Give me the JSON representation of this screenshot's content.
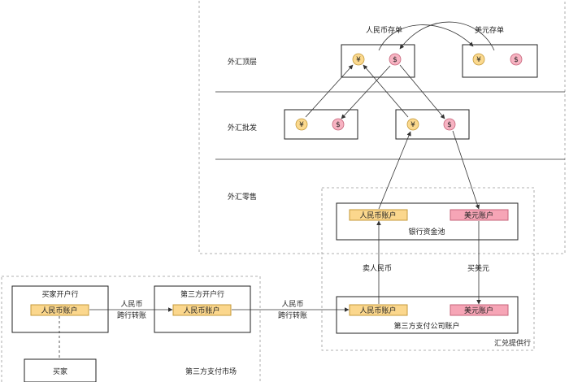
{
  "tiers": {
    "top_label": "外汇顶层",
    "wholesale_label": "外汇批发",
    "retail_label": "外汇零售"
  },
  "deposits": {
    "rmb_label": "人民币存单",
    "usd_label": "美元存单"
  },
  "coins": {
    "yuan": "¥",
    "dollar": "$"
  },
  "bank_pool": {
    "title": "银行资金池",
    "rmb_account": "人民币账户",
    "usd_account": "美元账户"
  },
  "flows": {
    "sell_rmb": "卖人民币",
    "buy_usd": "买美元",
    "transfer_line1": "人民币",
    "transfer_line2": "跨行转账"
  },
  "payment_company": {
    "title": "第三方支付公司账户",
    "rmb_account": "人民币账户",
    "usd_account": "美元账户"
  },
  "fx_provider_label": "汇兑提供行",
  "buyer_bank": {
    "title": "买家开户行",
    "rmb_account": "人民币账户"
  },
  "third_party_bank": {
    "title": "第三方开户行",
    "rmb_account": "人民币账户"
  },
  "buyer_label": "买家",
  "market_label": "第三方支付市场",
  "colors": {
    "rmb_fill": "#fbd78d",
    "usd_fill": "#f6a5b6"
  }
}
